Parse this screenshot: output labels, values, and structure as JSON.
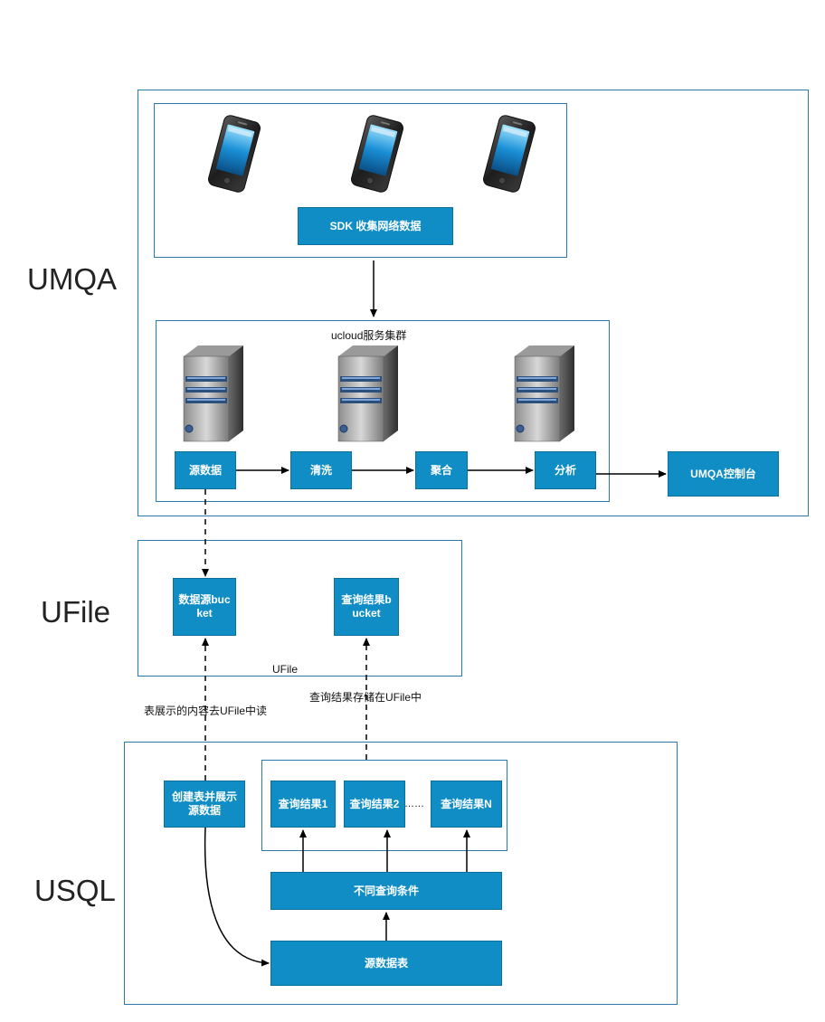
{
  "sections": {
    "umqa_label": "UMQA",
    "ufile_label": "UFile",
    "usql_label": "USQL"
  },
  "umqa": {
    "sdk_box": "SDK 收集网络数据",
    "cluster_title": "ucloud服务集群",
    "steps": [
      "源数据",
      "清洗",
      "聚合",
      "分析"
    ],
    "console": "UMQA控制台"
  },
  "ufile": {
    "source_bucket": "数据源bucket",
    "result_bucket": "查询结果bucket",
    "container_label": "UFile",
    "read_note": "表展示的内容去UFile中读",
    "store_note": "查询结果存储在UFile中"
  },
  "usql": {
    "create_table": "创建表并展示源数据",
    "results": [
      "查询结果1",
      "查询结果2",
      "查询结果N"
    ],
    "ellipsis": "……",
    "conditions": "不同查询条件",
    "source_table": "源数据表"
  },
  "icons": {
    "phone": "smartphone-icon",
    "server": "server-tower-icon"
  },
  "colors": {
    "box_fill": "#0f8dc4",
    "frame_border": "#2a7ab0",
    "text": "#ffffff"
  }
}
